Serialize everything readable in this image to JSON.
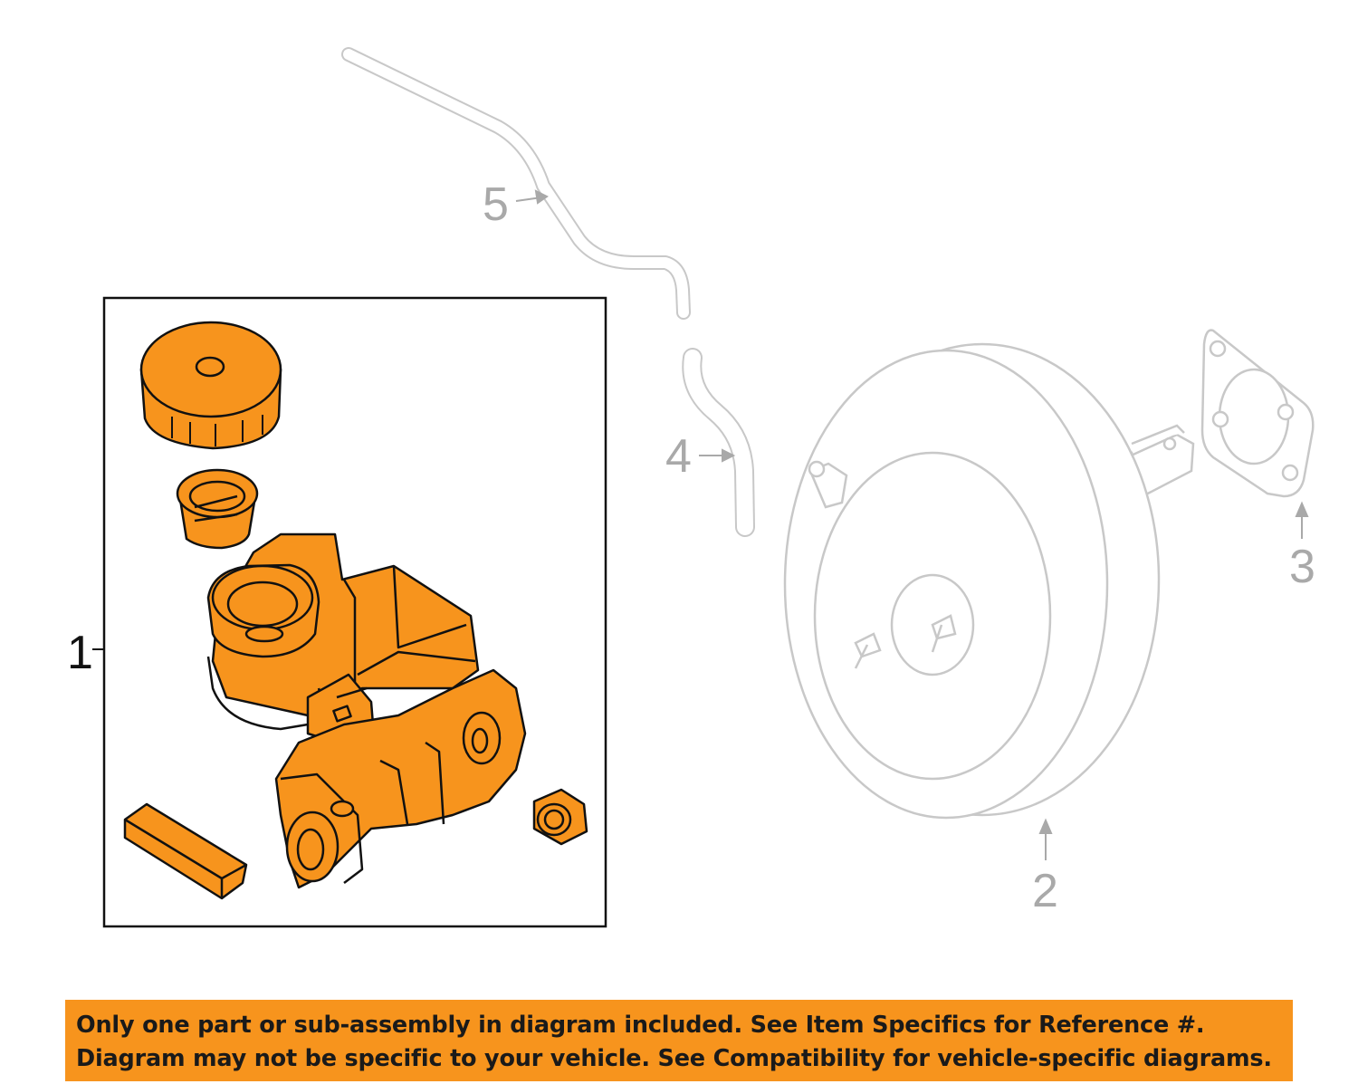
{
  "callouts": {
    "master_cylinder": "1",
    "brake_booster": "2",
    "booster_gasket": "3",
    "vacuum_hose": "4",
    "vacuum_pipe": "5"
  },
  "disclaimer": {
    "line1": "Only one part or sub-assembly in diagram included. See Item Specifics for Reference #.",
    "line2": "Diagram may not be specific to your vehicle. See Compatibility for vehicle-specific diagrams."
  },
  "colors": {
    "highlight_part": "#f7941d",
    "ghost_part": "#c8c8c8",
    "outline": "#111111",
    "banner": "#f7941d"
  }
}
